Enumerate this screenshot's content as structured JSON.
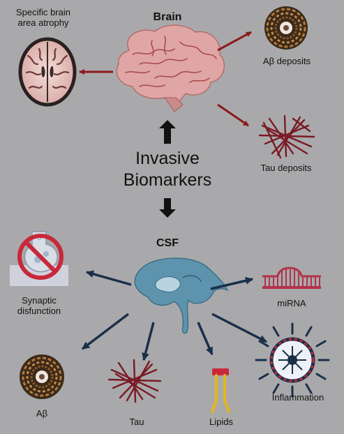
{
  "title_brain": "Brain",
  "title_csf": "CSF",
  "center_label_line1": "Invasive",
  "center_label_line2": "Biomarkers",
  "brain_targets": {
    "atrophy_line1": "Specific brain",
    "atrophy_line2": "area atrophy",
    "abeta_deposits": "Aβ deposits",
    "tau_deposits": "Tau deposits"
  },
  "csf_targets": {
    "synaptic_line1": "Synaptic",
    "synaptic_line2": "disfunction",
    "mirna": "miRNA",
    "abeta": "Aβ",
    "tau": "Tau",
    "lipids": "Lipids",
    "inflammation": "Inflammation"
  },
  "colors": {
    "background": "#a9a9ab",
    "brain_arrow": "#8b1a1a",
    "csf_arrow": "#1b2f4a",
    "brain_pink": "#e0a5a5",
    "csf_blue": "#5d93ad",
    "mirna_crimson": "#b3324b"
  }
}
